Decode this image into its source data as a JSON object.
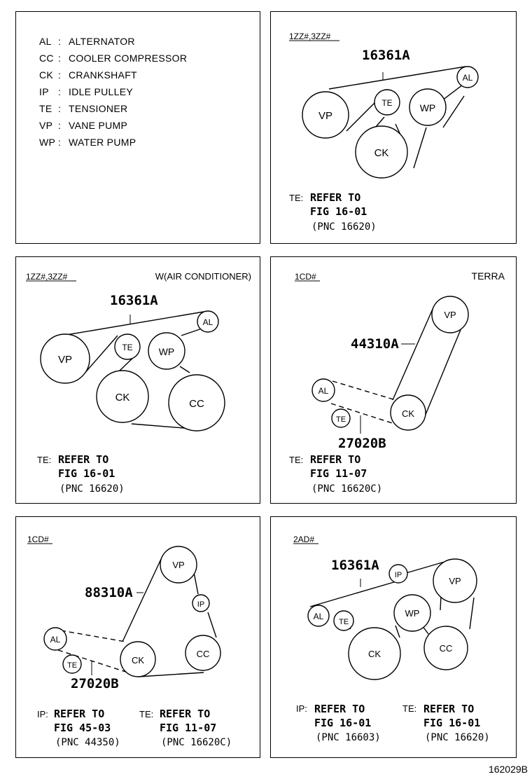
{
  "legend": [
    {
      "code": "AL",
      "text": "ALTERNATOR"
    },
    {
      "code": "CC",
      "text": "COOLER COMPRESSOR"
    },
    {
      "code": "CK",
      "text": "CRANKSHAFT"
    },
    {
      "code": "IP",
      "text": "IDLE PULLEY"
    },
    {
      "code": "TE",
      "text": "TENSIONER"
    },
    {
      "code": "VP",
      "text": "VANE PUMP"
    },
    {
      "code": "WP",
      "text": "WATER PUMP"
    }
  ],
  "legend_colon": ":",
  "panels": {
    "p1": {
      "engine": "1ZZ#,3ZZ#",
      "belt": "16361A",
      "pulleys": {
        "vp": "VP",
        "te": "TE",
        "wp": "WP",
        "ck": "CK",
        "al": "AL"
      },
      "note": {
        "prefix": "TE:",
        "line1": "REFER TO",
        "line2": "FIG 16-01",
        "line3": "(PNC 16620)"
      }
    },
    "p2": {
      "engine": "1ZZ#,3ZZ#",
      "variant": "W(AIR CONDITIONER)",
      "belt": "16361A",
      "pulleys": {
        "vp": "VP",
        "te": "TE",
        "wp": "WP",
        "ck": "CK",
        "cc": "CC",
        "al": "AL"
      },
      "note": {
        "prefix": "TE:",
        "line1": "REFER TO",
        "line2": "FIG 16-01",
        "line3": "(PNC 16620)"
      }
    },
    "p3": {
      "engine": "1CD#",
      "variant": "TERRA",
      "belt1": "44310A",
      "belt2": "27020B",
      "pulleys": {
        "vp": "VP",
        "al": "AL",
        "te": "TE",
        "ck": "CK"
      },
      "note": {
        "prefix": "TE:",
        "line1": "REFER TO",
        "line2": "FIG 11-07",
        "line3": "(PNC 16620C)"
      }
    },
    "p4": {
      "engine": "1CD#",
      "belt1": "88310A",
      "belt2": "27020B",
      "pulleys": {
        "vp": "VP",
        "ip": "IP",
        "al": "AL",
        "te": "TE",
        "ck": "CK",
        "cc": "CC"
      },
      "note1": {
        "prefix": "IP:",
        "line1": "REFER TO",
        "line2": "FIG 45-03",
        "line3": "(PNC 44350)"
      },
      "note2": {
        "prefix": "TE:",
        "line1": "REFER TO",
        "line2": "FIG 11-07",
        "line3": "(PNC 16620C)"
      }
    },
    "p5": {
      "engine": "2AD#",
      "belt": "16361A",
      "pulleys": {
        "ip": "IP",
        "vp": "VP",
        "al": "AL",
        "te": "TE",
        "wp": "WP",
        "ck": "CK",
        "cc": "CC"
      },
      "note1": {
        "prefix": "IP:",
        "line1": "REFER TO",
        "line2": "FIG 16-01",
        "line3": "(PNC 16603)"
      },
      "note2": {
        "prefix": "TE:",
        "line1": "REFER TO",
        "line2": "FIG 16-01",
        "line3": "(PNC 16620)"
      }
    }
  },
  "figure_id": "162029B"
}
